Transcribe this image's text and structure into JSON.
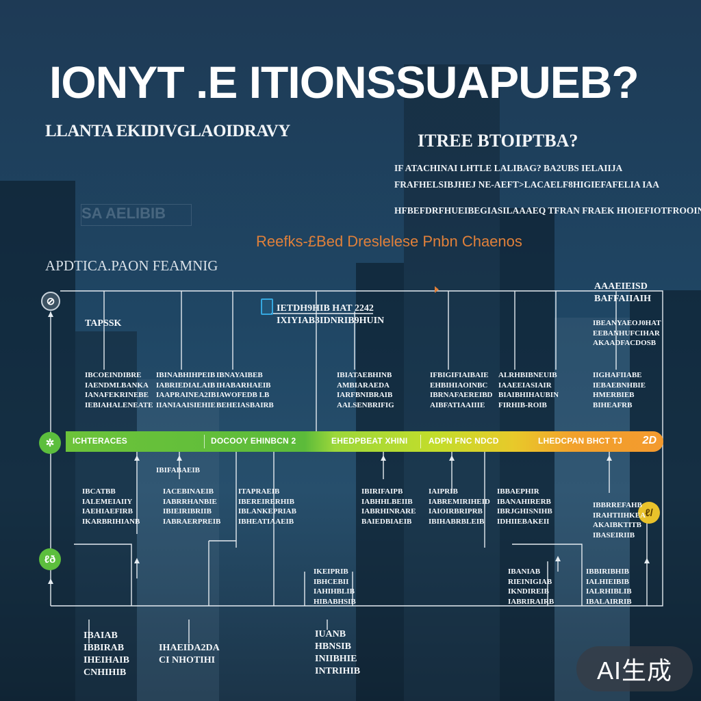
{
  "headline": "IONYT .E ITIONSSUAPUEB?",
  "subtitle_left": "LLANTA EKIDIVGLAOIDRAVY",
  "subtitle_right": "ITREE BTOIPTBA?",
  "blurb_lines": [
    "IF ATACHINAI LHTLE LALIBAG? BA2UBS IELAIIJA",
    "FRAFHELSIBJHEJ NE-AEFT>LACAELF8HIGIEFAFELIA IAA",
    "HFBEFDRFHUEIBEGIASILAAAEQ TFRAN FRAEK HIOIEFIOTFROOINE"
  ],
  "ghost_label": "SA AELIBIB",
  "orange_heading": "Reefks-£Bed Dreslelese Pnbn Chaenos",
  "section_label": "APDTICA.PAON FEAMNIG",
  "timeline": {
    "bar_segments": [
      "ICHTERACES",
      "DOCOOY EHINBCN  2",
      "EHEDPBEAT  XHINI",
      "ADPN FNC NDCD",
      "LHEDCPAN BHCT  TJ"
    ],
    "bar_tail": "2D",
    "left_node_top": "⊘",
    "left_node_mid": "✲",
    "left_node_bottom": "ℓð",
    "right_node": "ℓ/",
    "upper_header": "IETDH9HIB HAT 2242\nIXIYIAB3IDNRIB9HUIN",
    "upper_left_tag": "TAPSSK",
    "upper_right_tag": "AAAEIEISD\nBAFFAIIAIH",
    "upper_right_note": "IBEANYAEOJ0HAT\nEEBANHUFCIHAR\nAKAADFACDOSB",
    "upper_texts": [
      "IBCOEINDIBRE\nIAENDMLBANKA\nIANAFEKRINEBE\nIEBIAHALENEATE",
      "IBINABHIHPEIB\nIABRIEDIALAIB\nIAAPRAINEA2IB\nIIANIAAISIEHIE",
      "IBNAYAIBEB\nIHABARHAEIB\nIAWOFEDB LB\nBEHEIASBAIRB",
      "IBIATAEBHINB\nAMBIARAEDA\nIARFBNIBRAIB\nAALSENBRIFIG",
      "IFBIGIFIAIBAIE\nEHBIHIAOINBC\nIBRNAFAEREIBD\nAIBFATIAAIIIE",
      "ALRHBIBNEUIB\nIAAEEIASIAIR\nBIAIBHIHAUBIN\nFIRHIB-ROIB",
      "IIGHAFIIABE\nIEBAEBNHBIE\nHMERBIEB\nBIHEAFRB"
    ],
    "lower_texts": [
      "IBCATBB\nIALEMEIAIIY\nIAEHIAEFIRB\nIKARBRIHIANB",
      "IACEBINAEIB\nIABRRHANBIE\nIBIEIRIBRIIB\nIABRAERPREIB",
      "ITAPRAEIB\nIBEREIRERHIB\nIBLANKEPRIAB\nIBHEATIAAEIB",
      "IBIRIFAIPB\nIABHHLBEIIB\nIABRHINRARE\nBAIEDBIAEIB",
      "IAIPRIB\nIABREMIRIHEID\nIAIOIRBRIPRB\nIBIHABRBLEIB",
      "IBBAEPHIR\nIBANAHIRERB\nIBRJGHISNIHB\nIDHIIEBAKEII",
      "IBBRREFAHB\nIRAHTIIHKEA\nAKAIBKTITB\nIBASEIRIIB"
    ],
    "above_bar_left": "IBIFABAEIB",
    "bottom_texts": [
      "IKEIPRIB\nIBHCEBII\nIAHIHBLIB\nHIBABHSIB",
      "IBANIAB\nRIEINIGIAB\nIKNDIREIB\nIABRIRAIRB",
      "IBBIRIBHIB\nIALHIEIBIB\nIALRHIBLIB\nIBALAIRRIB"
    ],
    "footer_labels": [
      "IBAIAB\nIBBIRAB\nIHEIHAIB\nCNHIHIB",
      "IHAEIDA2DA\nCI NHOTIHI",
      "IUANB\nHBNSIB\nINIIBHIE\nINTRIHIB"
    ]
  },
  "watermark": "AI生成"
}
